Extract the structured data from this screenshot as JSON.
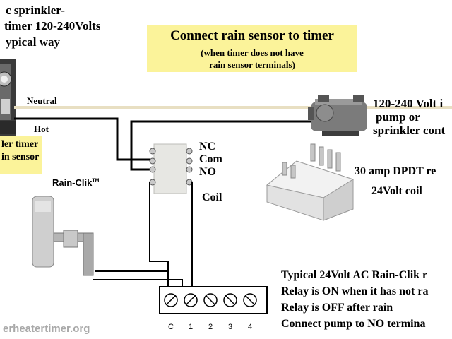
{
  "header": {
    "line1": "c sprinkler-",
    "line2": "timer 120-240Volts",
    "line3": "ypical way"
  },
  "banner": {
    "title": "Connect rain sensor to timer",
    "sub1": "(when timer does not have",
    "sub2": "rain sensor terminals)"
  },
  "wires": {
    "neutral": "Neutral",
    "hot": "Hot"
  },
  "timer_box": {
    "line1": "ler timer",
    "line2": "in sensor"
  },
  "pump": {
    "line1": "120-240 Volt i",
    "line2": "pump or",
    "line3": "sprinkler cont"
  },
  "relay_terminals": {
    "nc": "NC",
    "com": "Com",
    "no": "NO",
    "coil": "Coil"
  },
  "relay_spec": {
    "line1": "30 amp DPDT re",
    "line2": "24Volt coil"
  },
  "rainclik": {
    "label": "Rain-Clik",
    "tm": "TM"
  },
  "terminal_strip": {
    "labels": [
      "C",
      "1",
      "2",
      "3",
      "4"
    ]
  },
  "notes": [
    "Typical 24Volt AC Rain-Clik r",
    "Relay is ON when it has not ra",
    "Relay is OFF after rain",
    "Connect pump to NO termina"
  ],
  "watermark": "erheatertimer.org",
  "colors": {
    "banner_bg": "#fbf39a",
    "neutral_wire": "#e8dfc2",
    "hot_wire": "#000000",
    "relay_body": "#e7e7e3"
  }
}
